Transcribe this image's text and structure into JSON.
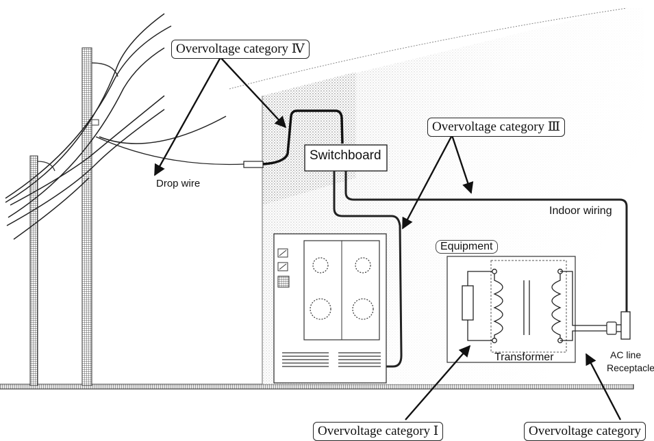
{
  "labels": {
    "cat4": "Overvoltage category Ⅳ",
    "cat3": "Overvoltage category Ⅲ",
    "cat1": "Overvoltage category Ⅰ",
    "cat2": "Overvoltage category",
    "switchboard": "Switchboard",
    "drop_wire": "Drop wire",
    "indoor_wiring": "Indoor wiring",
    "equipment": "Equipment",
    "transformer": "Transformer",
    "ac_line": "AC line",
    "receptacle": "Receptacle"
  }
}
